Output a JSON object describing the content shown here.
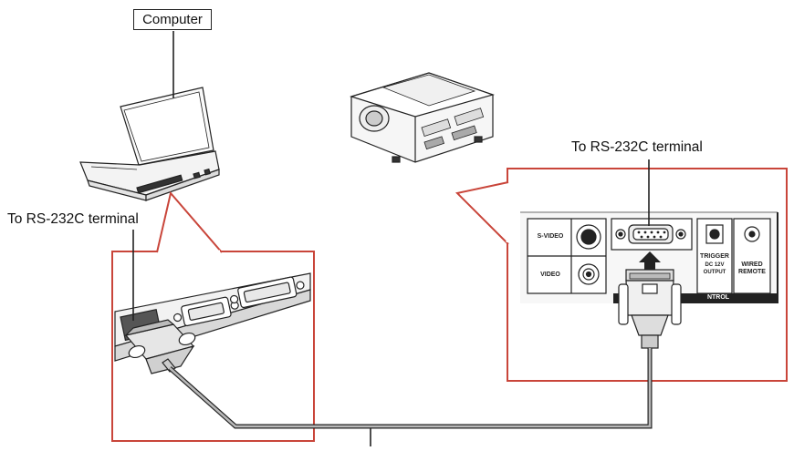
{
  "labels": {
    "computer": "Computer",
    "rs232_left": "To RS-232C terminal",
    "rs232_right": "To RS-232C terminal"
  },
  "panel": {
    "svideo": "S-VIDEO",
    "video": "VIDEO",
    "trigger": "TRIGGER",
    "dc12v": "DC 12V",
    "output": "OUTPUT",
    "wired": "WIRED",
    "remote": "REMOTE",
    "control": "NTROL"
  },
  "colors": {
    "callout": "#c9453a",
    "line": "#222222",
    "cable": "#9a9a9a"
  }
}
